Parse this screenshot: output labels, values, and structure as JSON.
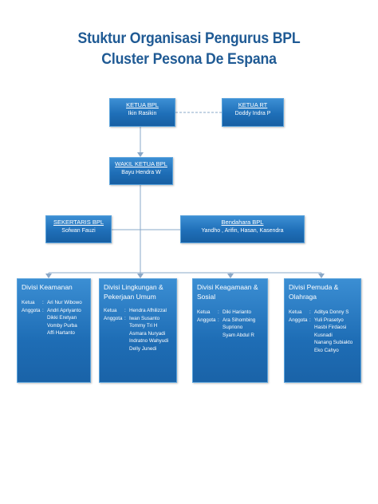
{
  "title": {
    "line1": "Stuktur Organisasi Pengurus BPL",
    "line2": "Cluster Pesona De Espana"
  },
  "colors": {
    "title": "#1f5a94",
    "box": "#1f6fb8",
    "line": "#8aa8c8"
  },
  "ketua_bpl": {
    "role": "KETUA BPL",
    "name": "Ikin Rasikin"
  },
  "ketua_rt": {
    "role": "KETUA RT",
    "name": "Doddy Indra P"
  },
  "wakil_ketua": {
    "role": "WAKIL KETUA BPL",
    "name": "Bayu Hendra W"
  },
  "sekretaris": {
    "role": "SEKERTARIS BPL",
    "name": "Sofwan Fauzi"
  },
  "bendahara": {
    "role": "Bendahara BPL",
    "name": "Yandho , Arifin, Hasan, Kasendra"
  },
  "divisions": [
    {
      "title": "Divisi Keamanan",
      "ketua_label": "Ketua",
      "anggota_label": "Anggota",
      "colon": ":",
      "ketua": "Ari Nur Wibowo",
      "anggota": [
        "Andri Apriyanto",
        "Dikki Eretyan",
        "Vomby Purba",
        "Affi Hartanto"
      ]
    },
    {
      "title": "Divisi Lingkungan & Pekerjaan Umum",
      "ketua_label": "Ketua",
      "anggota_label": "Anggota",
      "colon": ":",
      "ketua": "Hendra Afhilizzal",
      "anggota": [
        "Iwan Susanto",
        "Tommy Tri H",
        "Asmara Nuryadi",
        "Indratno Wahyudi",
        "Delly Junedi"
      ]
    },
    {
      "title": "Divisi Keagamaan & Sosial",
      "ketua_label": "Ketua",
      "anggota_label": "Anggota",
      "colon": ":",
      "ketua": "Diki Harianto",
      "anggota": [
        "Ara Sihombing",
        "Supriono",
        "Syam Abdul R"
      ]
    },
    {
      "title": "Divisi Pemuda & Olahraga",
      "ketua_label": "Ketua",
      "anggota_label": "Anggota",
      "colon": ":",
      "ketua": "Aditya Donny S",
      "anggota": [
        "Yuli Prasetyo",
        "Hasbi Firdaosi",
        "Kusnadi",
        "Nanang Subiakto",
        "Eko Cahyo"
      ]
    }
  ]
}
